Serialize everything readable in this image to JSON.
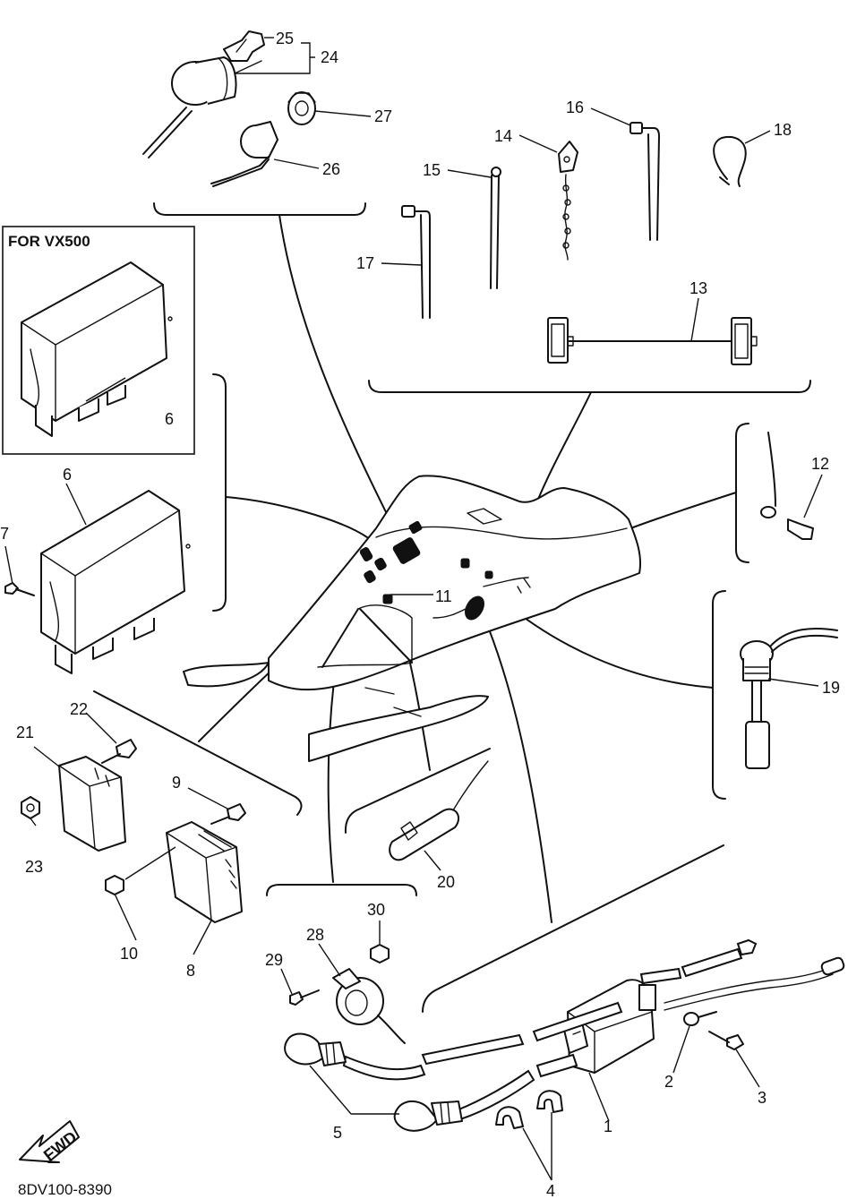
{
  "figure": {
    "code": "8DV100-8390",
    "variant_box_label": "FOR VX500",
    "fwd_label": "FWD"
  },
  "parts": [
    {
      "id": "1",
      "label": "1"
    },
    {
      "id": "2",
      "label": "2"
    },
    {
      "id": "3",
      "label": "3"
    },
    {
      "id": "4",
      "label": "4"
    },
    {
      "id": "5",
      "label": "5"
    },
    {
      "id": "6",
      "label": "6"
    },
    {
      "id": "6b",
      "label": "6"
    },
    {
      "id": "7",
      "label": "7"
    },
    {
      "id": "8",
      "label": "8"
    },
    {
      "id": "9",
      "label": "9"
    },
    {
      "id": "10",
      "label": "10"
    },
    {
      "id": "11",
      "label": "11"
    },
    {
      "id": "12",
      "label": "12"
    },
    {
      "id": "13",
      "label": "13"
    },
    {
      "id": "14",
      "label": "14"
    },
    {
      "id": "15",
      "label": "15"
    },
    {
      "id": "16",
      "label": "16"
    },
    {
      "id": "17",
      "label": "17"
    },
    {
      "id": "18",
      "label": "18"
    },
    {
      "id": "19",
      "label": "19"
    },
    {
      "id": "20",
      "label": "20"
    },
    {
      "id": "21",
      "label": "21"
    },
    {
      "id": "22",
      "label": "22"
    },
    {
      "id": "23",
      "label": "23"
    },
    {
      "id": "24",
      "label": "24"
    },
    {
      "id": "25",
      "label": "25"
    },
    {
      "id": "26",
      "label": "26"
    },
    {
      "id": "27",
      "label": "27"
    },
    {
      "id": "28",
      "label": "28"
    },
    {
      "id": "29",
      "label": "29"
    },
    {
      "id": "30",
      "label": "30"
    }
  ]
}
